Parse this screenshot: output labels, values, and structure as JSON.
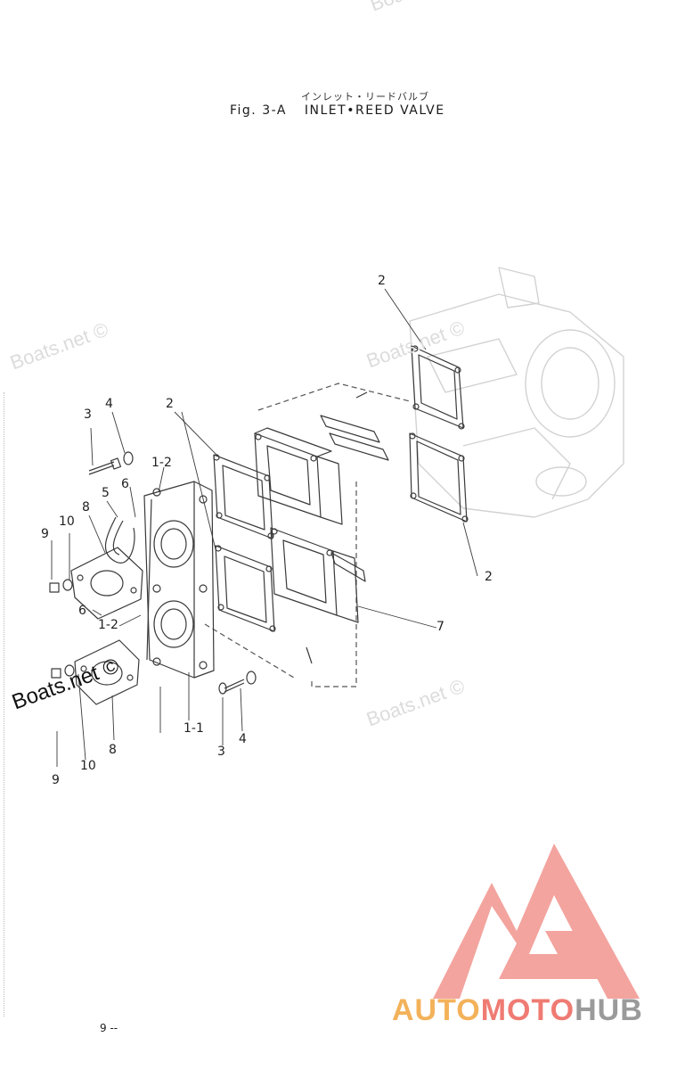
{
  "header": {
    "title_jp": "インレット・リードバルブ",
    "fig_label": "Fig. 3-A",
    "title": "INLET•REED VALVE"
  },
  "watermarks": {
    "faint": [
      "Boats.net ©",
      "Boats.net ©",
      "Boats.net ©",
      "Boats.net ©"
    ],
    "strong": "Boats.net ©"
  },
  "callouts": [
    "2",
    "2",
    "2",
    "3",
    "4",
    "1-2",
    "5",
    "6",
    "8",
    "10",
    "9",
    "6",
    "1-2",
    "7",
    "10",
    "9",
    "8",
    "1-1",
    "3",
    "4"
  ],
  "footer": {
    "page_number": "9 --"
  },
  "logo": {
    "part1": "AUTO",
    "part2": "MOTO",
    "part3": "HUB",
    "colors": [
      "#f3b25a",
      "#ef7b73",
      "#9a9a9a"
    ]
  }
}
